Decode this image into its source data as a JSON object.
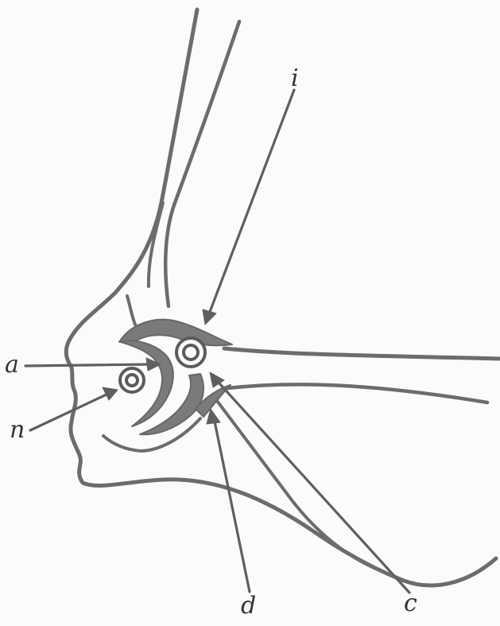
{
  "labels": {
    "a": "a",
    "n": "n",
    "i": "i",
    "d": "d",
    "c": "c"
  }
}
